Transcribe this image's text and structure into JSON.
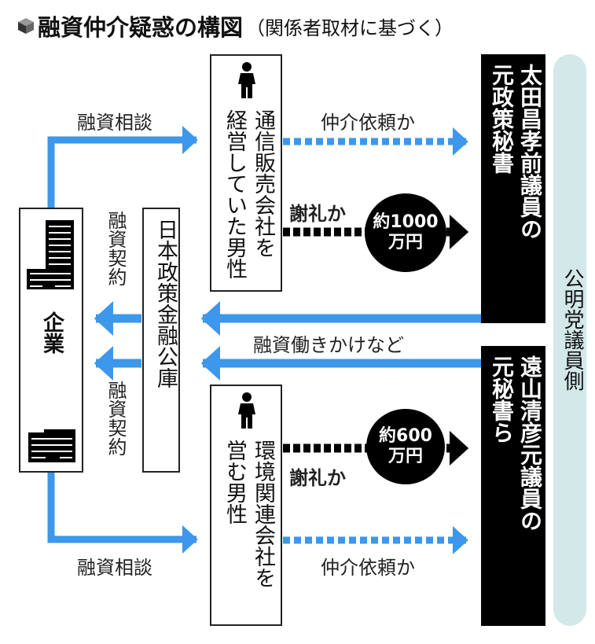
{
  "title": {
    "main": "融資仲介疑惑の構図",
    "sub": "（関係者取材に基づく）"
  },
  "corp": {
    "label": "企業"
  },
  "jfc": {
    "label": "日本政策金融公庫"
  },
  "man_top": {
    "lines": [
      "通信販売会社を",
      "経営していた男性"
    ]
  },
  "man_bottom": {
    "lines": [
      "環境関連会社を",
      "営む男性"
    ]
  },
  "aide_top": {
    "lines": [
      "太田昌孝前議員の",
      "元政策秘書"
    ]
  },
  "aide_bottom": {
    "lines": [
      "遠山清彦元議員の",
      "元秘書ら"
    ]
  },
  "side": {
    "label": "公明党議員側"
  },
  "labels": {
    "consult_top": "融資相談",
    "consult_bottom": "融資相談",
    "request_top": "仲介依頼か",
    "request_bottom": "仲介依頼か",
    "reward_top": "謝礼か",
    "reward_bottom": "謝礼か",
    "lobby": "融資働きかけなど",
    "contract_top": "融資契約",
    "contract_bottom": "融資契約"
  },
  "amount_top": [
    "約1000",
    "万円"
  ],
  "amount_bottom": [
    "約600",
    "万円"
  ],
  "colors": {
    "blue": "#3d97ea",
    "black": "#000000",
    "side": "#d3e8e8"
  }
}
